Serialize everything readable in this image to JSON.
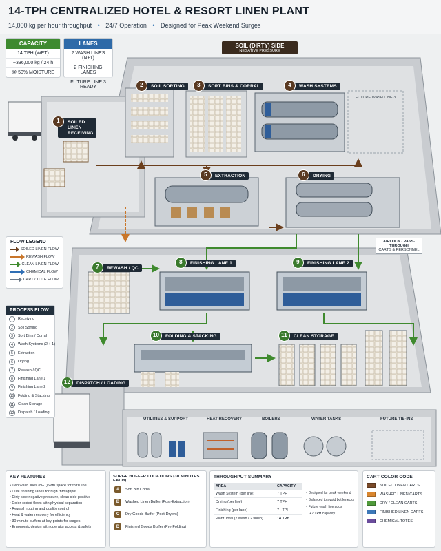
{
  "header": {
    "title": "14-TPH CENTRALIZED HOTEL & RESORT LINEN PLANT",
    "subtitle": [
      "14,000 kg per hour throughput",
      "24/7 Operation",
      "Designed for Peak Weekend Surges"
    ]
  },
  "capacity": {
    "heading": "CAPACITY",
    "rows": [
      "14 TPH (WET)",
      "~336,000 kg / 24 h",
      "@ 50% MOISTURE"
    ]
  },
  "lanes": {
    "heading": "LANES",
    "rows": [
      "2 WASH LINES (N+1)",
      "2 FINISHING LANES",
      "FUTURE LINE 3 READY"
    ]
  },
  "soil_side": {
    "title": "SOIL (DIRTY) SIDE",
    "sub": "NEGATIVE PRESSURE"
  },
  "airlock": {
    "title": "AIRLOCK / PASS-THROUGH",
    "sub": "CARTS & PERSONNEL"
  },
  "future_wash": "FUTURE WASH LINE 3",
  "stations": [
    {
      "n": "1",
      "label": "SOILED LINEN RECEIVING"
    },
    {
      "n": "2",
      "label": "SOIL SORTING"
    },
    {
      "n": "3",
      "label": "SORT BINS & CORRAL"
    },
    {
      "n": "4",
      "label": "WASH SYSTEMS"
    },
    {
      "n": "5",
      "label": "EXTRACTION"
    },
    {
      "n": "6",
      "label": "DRYING"
    },
    {
      "n": "7",
      "label": "REWASH / QC"
    },
    {
      "n": "8",
      "label": "FINISHING LANE 1"
    },
    {
      "n": "9",
      "label": "FINISHING LANE 2"
    },
    {
      "n": "10",
      "label": "FOLDING & STACKING"
    },
    {
      "n": "11",
      "label": "CLEAN STORAGE"
    },
    {
      "n": "12",
      "label": "DISPATCH / LOADING"
    }
  ],
  "utility_zones": [
    "UTILITIES & SUPPORT",
    "HEAT RECOVERY",
    "BOILERS",
    "WATER TANKS",
    "FUTURE TIE-INS"
  ],
  "flow_legend": {
    "heading": "FLOW LEGEND",
    "items": [
      {
        "label": "SOILED LINEN FLOW",
        "color": "#6b3f1d"
      },
      {
        "label": "REWASH FLOW",
        "color": "#c9762a"
      },
      {
        "label": "CLEAN LINEN FLOW",
        "color": "#3f8a2e"
      },
      {
        "label": "CHEMICAL FLOW",
        "color": "#2f6fb5"
      },
      {
        "label": "CART / TOTE FLOW",
        "color": "#6c7a89"
      }
    ]
  },
  "process_flow": {
    "heading": "PROCESS FLOW",
    "items": [
      "Receiving",
      "Soil Sorting",
      "Sort Bins / Corral",
      "Wash Systems (2 + 1)",
      "Extraction",
      "Drying",
      "Rewash / QC",
      "Finishing Lane 1",
      "Finishing Lane 2",
      "Folding & Stacking",
      "Clean Storage",
      "Dispatch / Loading"
    ]
  },
  "key_features": {
    "heading": "KEY FEATURES",
    "items": [
      "Two wash lines (N+1) with space for third line",
      "Dual finishing lanes for high throughput",
      "Dirty side negative pressure, clean side positive",
      "Color-coded flows with physical separation",
      "Rewash routing and quality control",
      "Heat & water recovery for efficiency",
      "30-minute buffers at key points for surges",
      "Ergonomic design with operator access & safety"
    ]
  },
  "surge_buffers": {
    "heading": "SURGE BUFFER LOCATIONS (30 MINUTES EACH)",
    "items": [
      {
        "letter": "A",
        "label": "Sort Bin Corral"
      },
      {
        "letter": "B",
        "label": "Washed Linen Buffer (Post-Extraction)"
      },
      {
        "letter": "C",
        "label": "Dry Goods Buffer (Post-Dryers)"
      },
      {
        "letter": "D",
        "label": "Finished Goods Buffer (Pre-Folding)"
      }
    ]
  },
  "throughput": {
    "heading": "THROUGHPUT SUMMARY",
    "columns": [
      "AREA",
      "CAPACITY"
    ],
    "rows": [
      [
        "Wash System (per line)",
        "7 TPH"
      ],
      [
        "Drying (per line)",
        "7 TPH"
      ],
      [
        "Finishing (per lane)",
        "7+ TPH"
      ],
      [
        "Plant Total (2 wash / 2 finish)",
        "14 TPH"
      ]
    ],
    "notes": [
      "Designed for peak weekend",
      "Balanced to avoid bottlenecks",
      "Future wash line adds",
      "+7 TPH capacity"
    ]
  },
  "cart_colors": {
    "heading": "CART COLOR CODE",
    "items": [
      {
        "label": "SOILED LINEN CARTS",
        "color": "#7a4a28"
      },
      {
        "label": "WASHED LINEN CARTS",
        "color": "#d9862e"
      },
      {
        "label": "DRY / CLEAN CARTS",
        "color": "#4f9a3a"
      },
      {
        "label": "FINISHED LINEN CARTS",
        "color": "#3c78b8"
      },
      {
        "label": "CHEMICAL TOTES",
        "color": "#6a4c9c"
      }
    ]
  }
}
